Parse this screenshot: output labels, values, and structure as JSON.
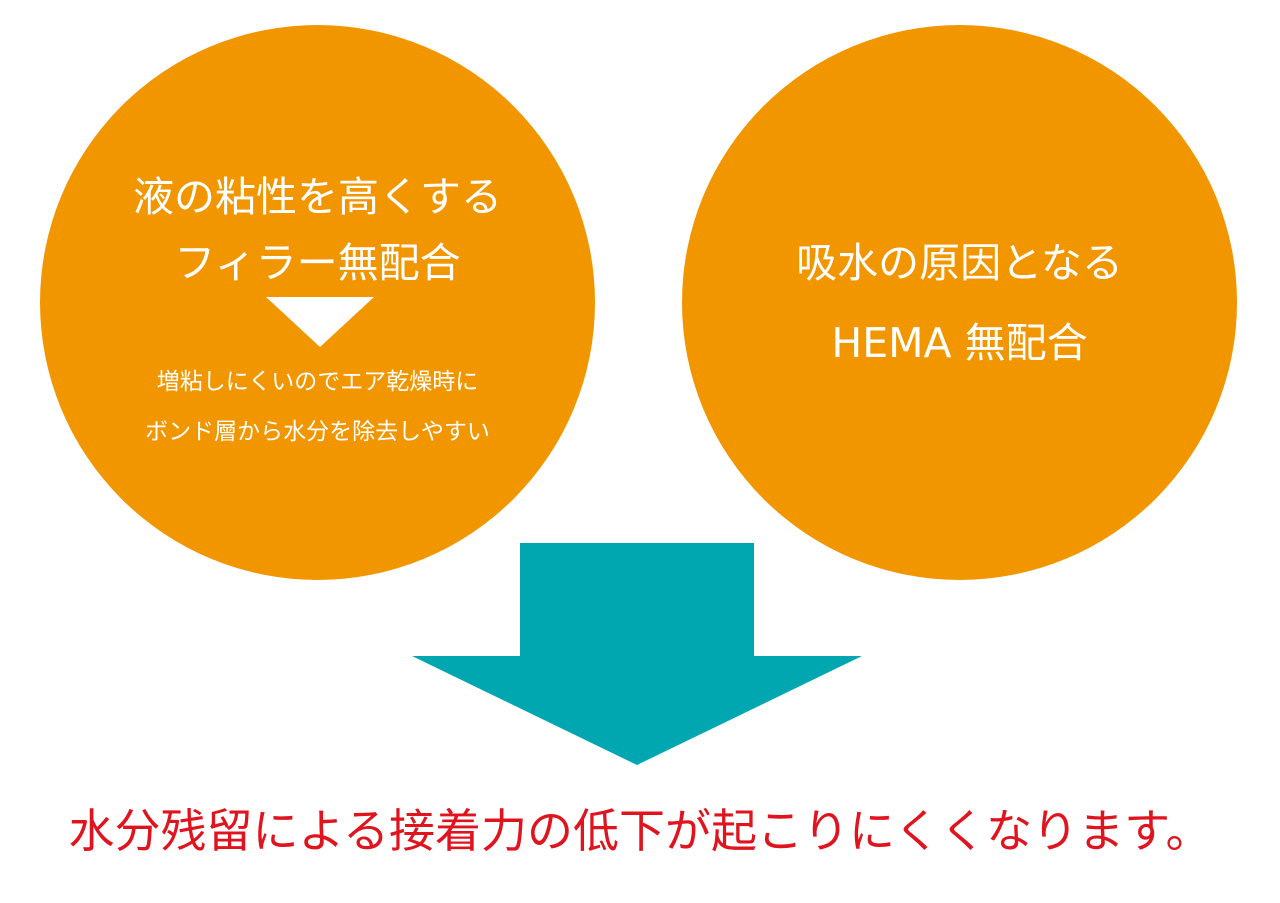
{
  "colors": {
    "circle_fill": "#f29600",
    "circle_text": "#ffffff",
    "arrow_fill": "#00a7b1",
    "conclusion_text": "#e0141e"
  },
  "left_circle": {
    "title_line_1": "液の粘性を高くする",
    "title_line_2": "フィラー無配合",
    "detail_line_1": "増粘しにくいのでエア乾燥時に",
    "detail_line_2": "ボンド層から水分を除去しやすい"
  },
  "right_circle": {
    "title_line_1": "吸水の原因となる",
    "title_line_2": "HEMA 無配合"
  },
  "conclusion": "水分残留による接着力の低下が起こりにくくなります。"
}
